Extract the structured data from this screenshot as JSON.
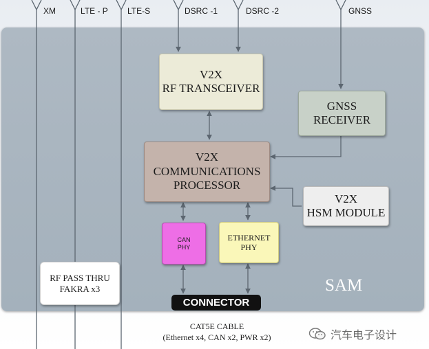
{
  "antennas": [
    "XM",
    "LTE - P",
    "LTE-S",
    "DSRC -1",
    "DSRC -2",
    "GNSS"
  ],
  "blocks": {
    "rf_transceiver": [
      "V2X",
      "RF TRANSCEIVER"
    ],
    "gnss_receiver": [
      "GNSS",
      "RECEIVER"
    ],
    "comm_processor": [
      "V2X",
      "COMMUNICATIONS",
      "PROCESSOR"
    ],
    "hsm_module": [
      "V2X",
      "HSM MODULE"
    ],
    "can_phy": [
      "CAN",
      "PHY"
    ],
    "ethernet_phy": [
      "ETHERNET",
      "PHY"
    ],
    "rf_pass_thru": [
      "RF PASS THRU",
      "FAKRA x3"
    ]
  },
  "sam_label": "SAM",
  "connector_label": "CONNECTOR",
  "cable": [
    "CAT5E CABLE",
    "(Ethernet x4, CAN x2, PWR x2)"
  ],
  "watermark": "汽车电子设计"
}
